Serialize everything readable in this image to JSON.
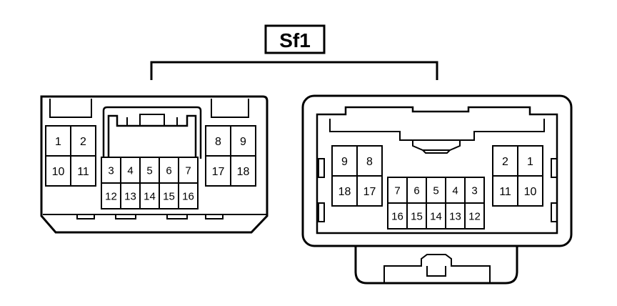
{
  "title": "Sf1",
  "connectors": [
    {
      "name": "left",
      "groups": [
        {
          "name": "left-block",
          "rows": [
            [
              "1",
              "2"
            ],
            [
              "10",
              "11"
            ]
          ]
        },
        {
          "name": "center-block",
          "rows": [
            [
              "3",
              "4",
              "5",
              "6",
              "7"
            ],
            [
              "12",
              "13",
              "14",
              "15",
              "16"
            ]
          ]
        },
        {
          "name": "right-block",
          "rows": [
            [
              "8",
              "9"
            ],
            [
              "17",
              "18"
            ]
          ]
        }
      ]
    },
    {
      "name": "right",
      "groups": [
        {
          "name": "left-block",
          "rows": [
            [
              "9",
              "8"
            ],
            [
              "18",
              "17"
            ]
          ]
        },
        {
          "name": "center-block",
          "rows": [
            [
              "7",
              "6",
              "5",
              "4",
              "3"
            ],
            [
              "16",
              "15",
              "14",
              "13",
              "12"
            ]
          ]
        },
        {
          "name": "right-block",
          "rows": [
            [
              "2",
              "1"
            ],
            [
              "11",
              "10"
            ]
          ]
        }
      ]
    }
  ]
}
